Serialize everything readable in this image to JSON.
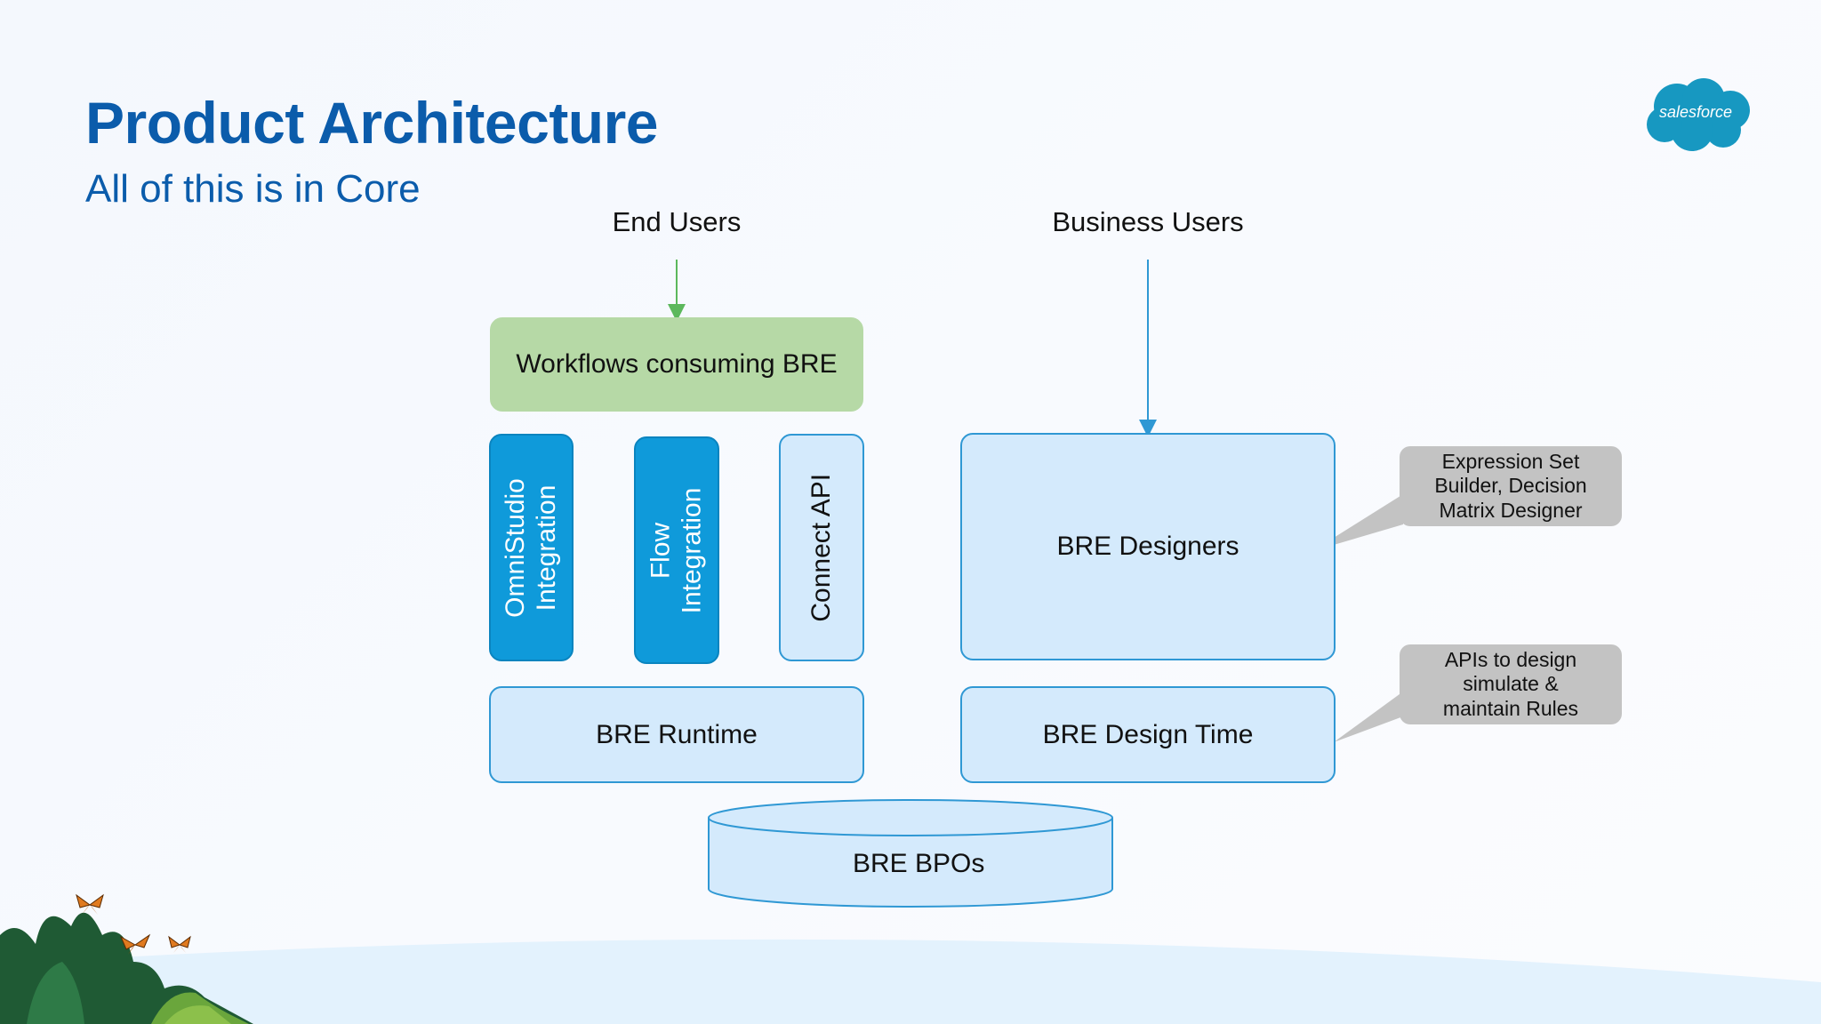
{
  "slide": {
    "title": "Product Architecture",
    "subtitle": "All of this is in Core",
    "logo_text": "salesforce"
  },
  "diagram": {
    "end_users_label": "End Users",
    "business_users_label": "Business Users",
    "workflows_box": "Workflows consuming BRE",
    "omnistudio_box": [
      "OmniStudio",
      "Integration"
    ],
    "flow_box": [
      "Flow",
      "Integration"
    ],
    "connect_api_box": "Connect API",
    "runtime_box": "BRE Runtime",
    "designers_box": "BRE Designers",
    "design_time_box": "BRE Design Time",
    "bpos_cylinder": "BRE BPOs",
    "callout_designers": "Expression Set\nBuilder, Decision\nMatrix Designer",
    "callout_design_time": "APIs to design\nsimulate &\nmaintain Rules"
  },
  "colors": {
    "brand_blue": "#0b5cab",
    "box_light_blue": "#d4eafc",
    "box_border_blue": "#2f98d4",
    "box_dark_blue": "#0f9ada",
    "box_green": "#b6d9a6",
    "arrow_green": "#5cb85c",
    "callout_gray": "#c3c3c3",
    "salesforce_cloud": "#1798c1"
  },
  "icons": [
    "salesforce-logo",
    "butterfly-icon",
    "bush-decoration"
  ]
}
